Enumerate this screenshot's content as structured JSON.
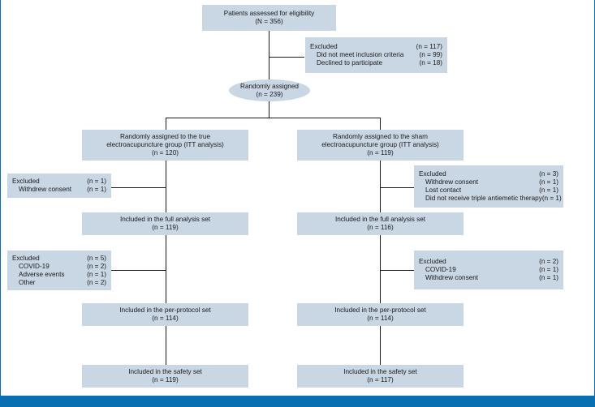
{
  "eligibility": {
    "title": "Patients assessed for eligibility",
    "count": "(N = 356)"
  },
  "excluded_top": {
    "rows": [
      {
        "label": "Excluded",
        "count": "(n = 117)",
        "indent": false
      },
      {
        "label": "Did not meet inclusion criteria",
        "count": "(n = 99)",
        "indent": true
      },
      {
        "label": "Declined to participate",
        "count": "(n = 18)",
        "indent": true
      }
    ]
  },
  "randomized": {
    "title": "Randomly assigned",
    "count": "(n = 239)"
  },
  "true_group": {
    "assigned": {
      "line1": "Randomly assigned to the true",
      "line2": "electroacupuncture group (ITT analysis)",
      "count": "(n = 120)"
    },
    "excluded_1": {
      "rows": [
        {
          "label": "Excluded",
          "count": "(n = 1)",
          "indent": false
        },
        {
          "label": "Withdrew consent",
          "count": "(n = 1)",
          "indent": true
        }
      ]
    },
    "full_analysis": {
      "title": "Included in the full analysis set",
      "count": "(n = 119)"
    },
    "excluded_2": {
      "rows": [
        {
          "label": "Excluded",
          "count": "(n = 5)",
          "indent": false
        },
        {
          "label": "COVID-19",
          "count": "(n = 2)",
          "indent": true
        },
        {
          "label": "Adverse events",
          "count": "(n = 1)",
          "indent": true
        },
        {
          "label": "Other",
          "count": "(n = 2)",
          "indent": true
        }
      ]
    },
    "per_protocol": {
      "title": "Included in the per-protocol set",
      "count": "(n = 114)"
    },
    "safety": {
      "title": "Included in the safety set",
      "count": "(n = 119)"
    }
  },
  "sham_group": {
    "assigned": {
      "line1": "Randomly assigned to the sham",
      "line2": "electroacupuncture group (ITT analysis)",
      "count": "(n = 119)"
    },
    "excluded_1": {
      "rows": [
        {
          "label": "Excluded",
          "count": "(n = 3)",
          "indent": false
        },
        {
          "label": "Withdrew consent",
          "count": "(n = 1)",
          "indent": true
        },
        {
          "label": "Lost contact",
          "count": "(n = 1)",
          "indent": true
        },
        {
          "label": "Did not receive triple antiemetic therapy",
          "count": "(n = 1)",
          "indent": true
        }
      ]
    },
    "full_analysis": {
      "title": "Included in the full analysis set",
      "count": "(n = 116)"
    },
    "excluded_2": {
      "rows": [
        {
          "label": "Excluded",
          "count": "(n = 2)",
          "indent": false
        },
        {
          "label": "COVID-19",
          "count": "(n = 1)",
          "indent": true
        },
        {
          "label": "Withdrew consent",
          "count": "(n = 1)",
          "indent": true
        }
      ]
    },
    "per_protocol": {
      "title": "Included in the per-protocol set",
      "count": "(n = 114)"
    },
    "safety": {
      "title": "Included in the safety set",
      "count": "(n = 117)"
    }
  },
  "colors": {
    "box_fill": "#c9d6e3",
    "accent": "#0a6fb0",
    "line": "#1a1a1a"
  }
}
